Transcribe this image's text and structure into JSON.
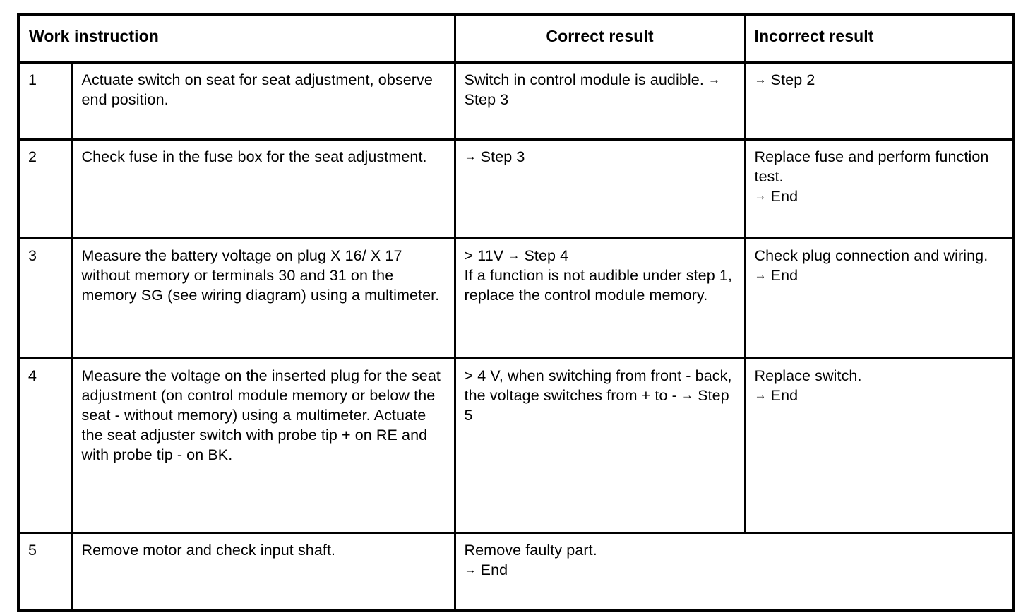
{
  "document": {
    "kind": "work-instruction-table",
    "ink_color": "#000000",
    "background_color": "#ffffff"
  },
  "table": {
    "headers": {
      "work_instruction": "Work instruction",
      "correct_result": "Correct result",
      "incorrect_result": "Incorrect result"
    },
    "rows": [
      {
        "step": "1",
        "instruction": "Actuate switch on seat for seat adjustment, observe end position.",
        "correct": "Switch in control module is audible. → Step 3",
        "incorrect": "→ Step 2"
      },
      {
        "step": "2",
        "instruction": "Check fuse in the fuse box for the seat adjustment.",
        "correct": "→ Step 3",
        "incorrect": "Replace fuse and perform function test.\n→ End"
      },
      {
        "step": "3",
        "instruction": "Measure the battery voltage on plug X 16/ X 17 without memory or terminals 30 and 31 on the memory SG (see wiring diagram) using a multimeter.",
        "correct": "> 11V → Step 4\nIf a function is not audible under step 1, replace the control module memory.",
        "incorrect": "Check plug connection and wiring.\n→ End"
      },
      {
        "step": "4",
        "instruction": "Measure the voltage on the inserted plug for the seat adjustment (on control module memory or below the seat - without memory) using a multimeter. Actuate the seat adjuster switch with probe tip + on RE and with probe tip - on BK.",
        "correct": "> 4 V, when switching from front - back, the voltage switches from + to - → Step 5",
        "incorrect": "Replace switch.\n→ End"
      },
      {
        "step": "5",
        "instruction": "Remove motor and check input shaft.",
        "correct": "Remove faulty part.\n→ End",
        "incorrect": ""
      }
    ]
  }
}
